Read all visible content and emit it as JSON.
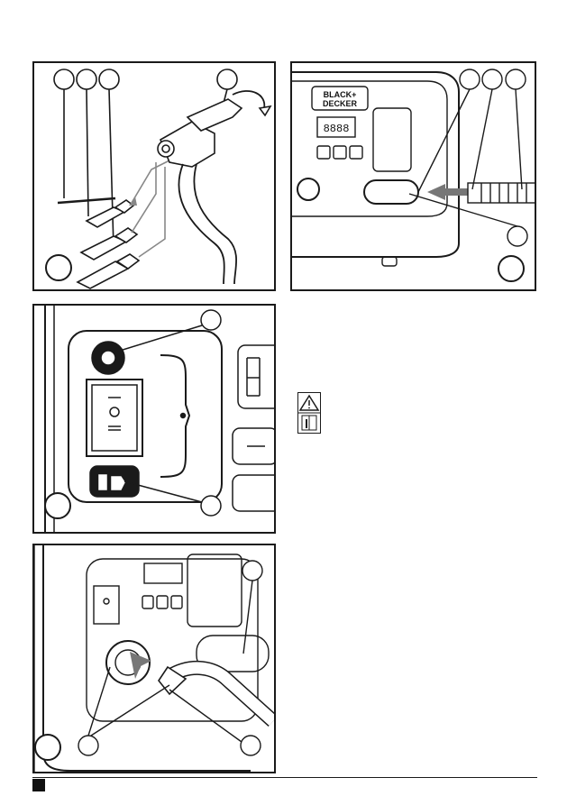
{
  "brand": {
    "logo_line1": "BLACK+",
    "logo_line2": "DECKER"
  },
  "display": {
    "readout": "8888"
  },
  "icons": {
    "warning": "warning-triangle-icon",
    "manual": "read-manual-icon"
  },
  "page": {
    "number": ""
  }
}
